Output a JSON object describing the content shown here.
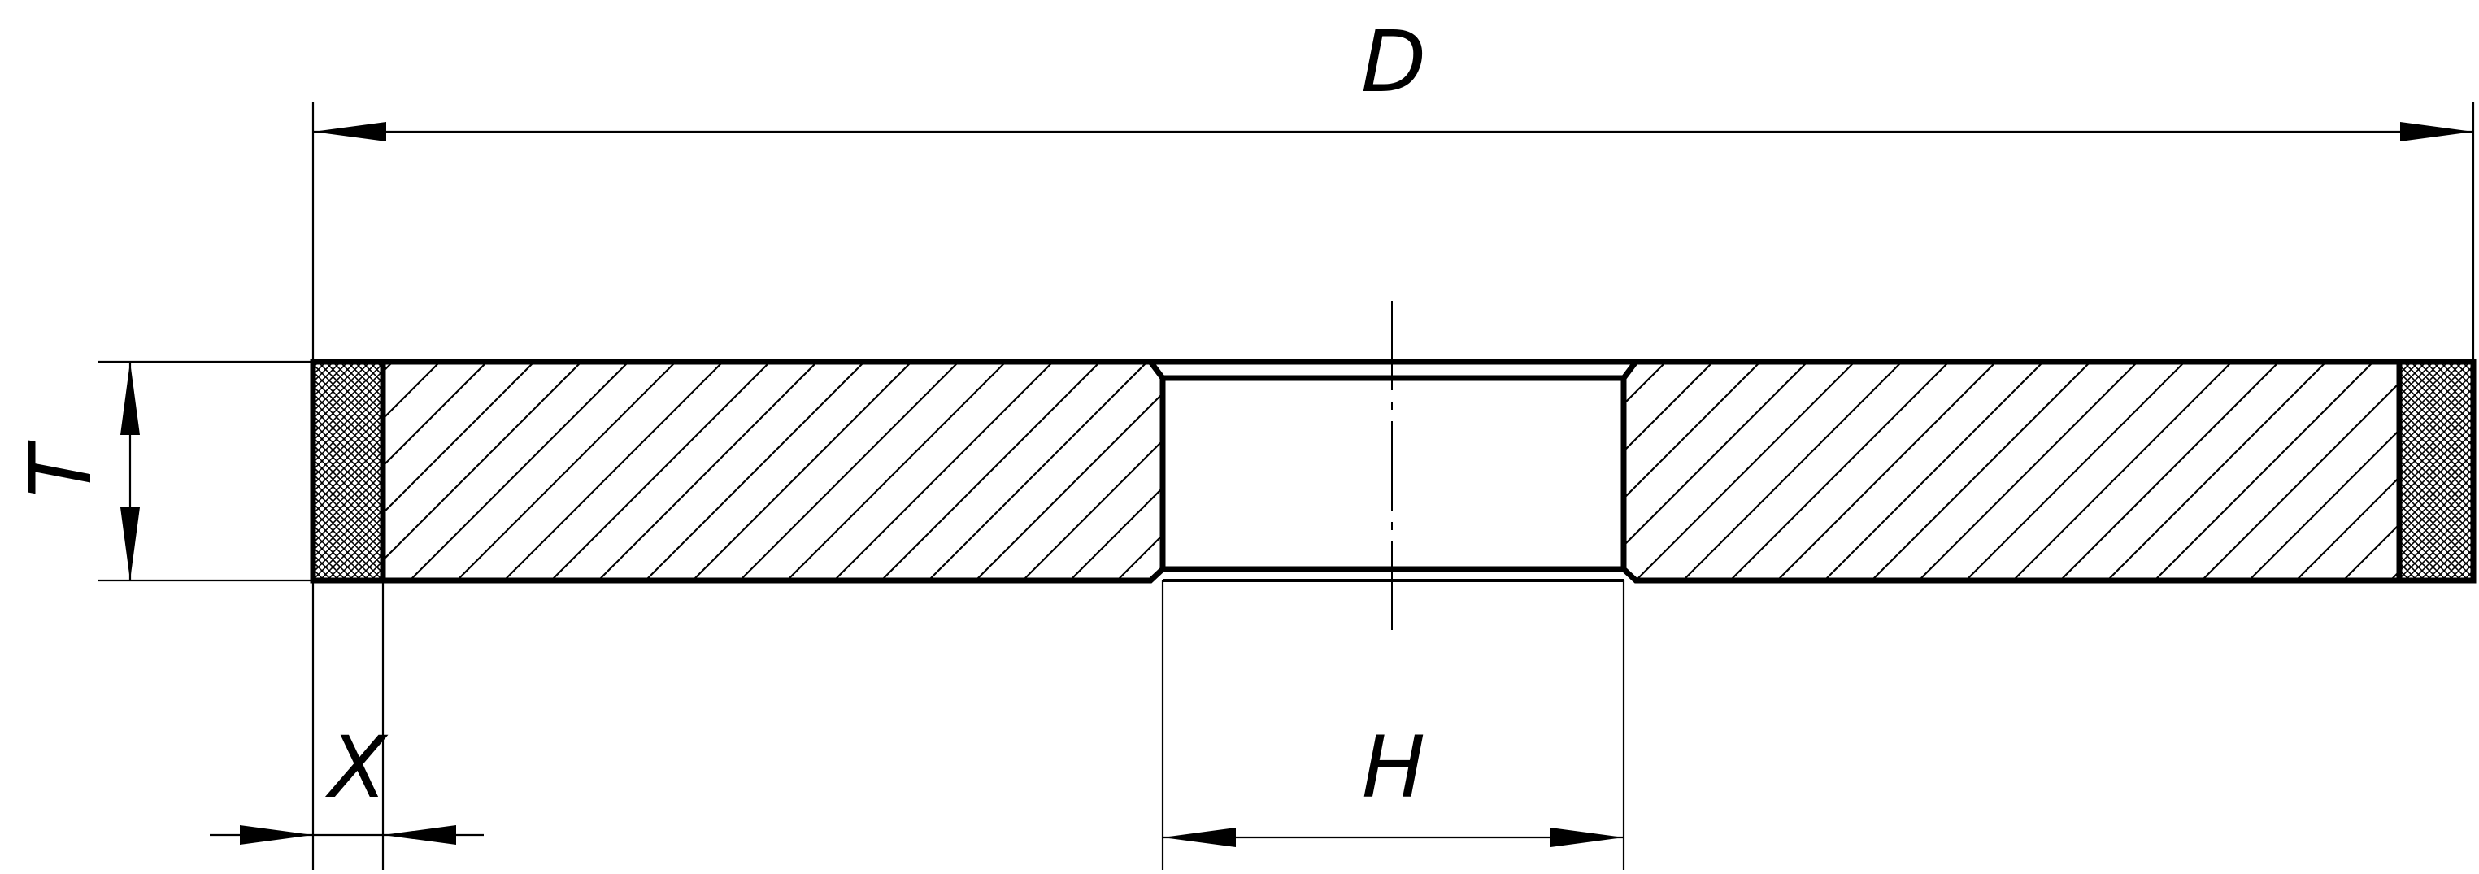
{
  "diagram": {
    "type": "grinding-wheel-cross-section",
    "labels": {
      "outer_diameter": "D",
      "thickness": "T",
      "bore_diameter": "H",
      "abrasive_layer_width": "X"
    },
    "colors": {
      "line": "#000000",
      "background": "#ffffff"
    }
  }
}
